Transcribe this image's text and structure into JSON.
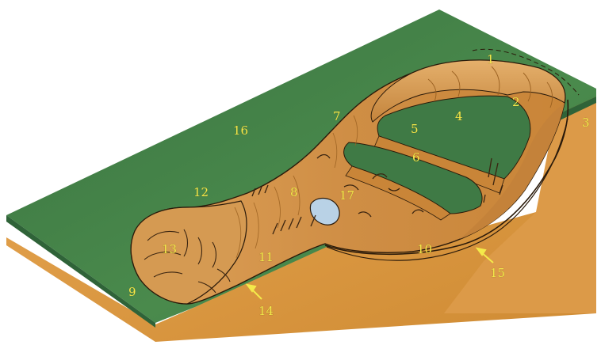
{
  "diagram": {
    "labels": [
      {
        "id": "1",
        "text": "1"
      },
      {
        "id": "2",
        "text": "2"
      },
      {
        "id": "3",
        "text": "3"
      },
      {
        "id": "4",
        "text": "4"
      },
      {
        "id": "5",
        "text": "5"
      },
      {
        "id": "6",
        "text": "6"
      },
      {
        "id": "7",
        "text": "7"
      },
      {
        "id": "8",
        "text": "8"
      },
      {
        "id": "9",
        "text": "9"
      },
      {
        "id": "10",
        "text": "10"
      },
      {
        "id": "11",
        "text": "11"
      },
      {
        "id": "12",
        "text": "12"
      },
      {
        "id": "13",
        "text": "13"
      },
      {
        "id": "14",
        "text": "14"
      },
      {
        "id": "15",
        "text": "15"
      },
      {
        "id": "16",
        "text": "16"
      },
      {
        "id": "17",
        "text": "17"
      }
    ],
    "colors": {
      "grass": "#3f7a45",
      "grass_dark": "#2f6338",
      "soil": "#d9963b",
      "soil_light": "#e8b060",
      "soil_dark": "#b87327",
      "label": "#f4ea4a",
      "outline": "#2a1a0a",
      "pond": "#b9d2e6"
    }
  }
}
